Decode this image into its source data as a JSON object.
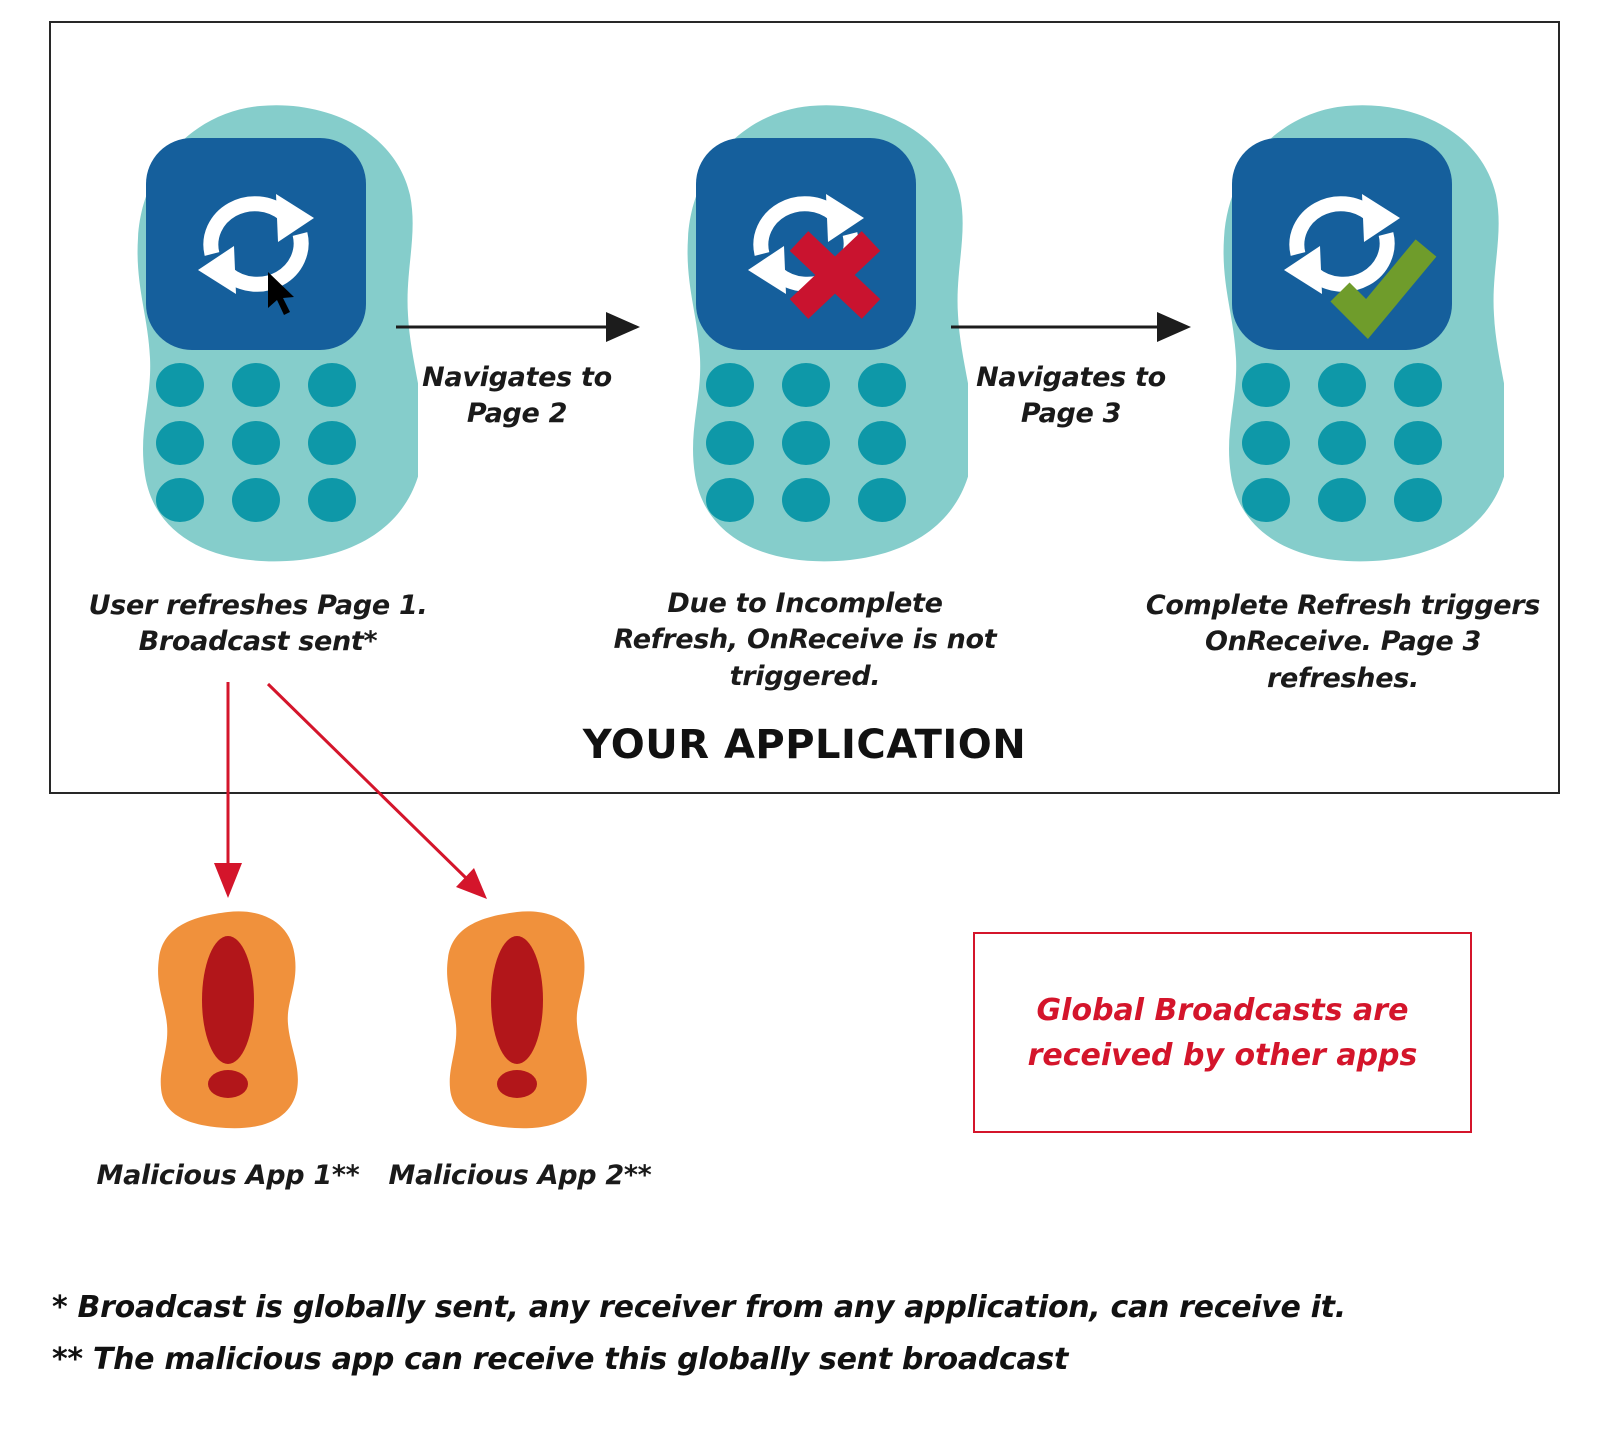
{
  "colors": {
    "accent_red": "#D4152B",
    "cross_red": "#C9132F",
    "check_green": "#6F9C2B",
    "teal_body": "#85CDCB",
    "teal_dot": "#0E98A8",
    "screen_blue": "#155F9C",
    "orange": "#F0913C",
    "dark_red": "#B2161A"
  },
  "diagram": {
    "app_box": {
      "title": "YOUR APPLICATION",
      "phones": [
        {
          "id": "phone-1",
          "overlay": "cursor-click",
          "caption": "User refreshes Page 1.\nBroadcast sent*"
        },
        {
          "id": "phone-2",
          "overlay": "incomplete-cross",
          "caption": "Due to Incomplete\nRefresh, OnReceive is not\ntriggered."
        },
        {
          "id": "phone-3",
          "overlay": "complete-check",
          "caption": "Complete Refresh triggers\nOnReceive. Page 3\nrefreshes."
        }
      ],
      "arrows": [
        {
          "label": "Navigates to\nPage 2"
        },
        {
          "label": "Navigates to\nPage 3"
        }
      ]
    },
    "malicious_apps": [
      {
        "label": "Malicious App 1**"
      },
      {
        "label": "Malicious App 2**"
      }
    ],
    "note_box": {
      "text": "Global Broadcasts are\nreceived by other apps"
    },
    "footnotes": [
      "* Broadcast is globally sent, any receiver from any application, can receive it.",
      "** The malicious app can receive this globally sent broadcast"
    ]
  }
}
